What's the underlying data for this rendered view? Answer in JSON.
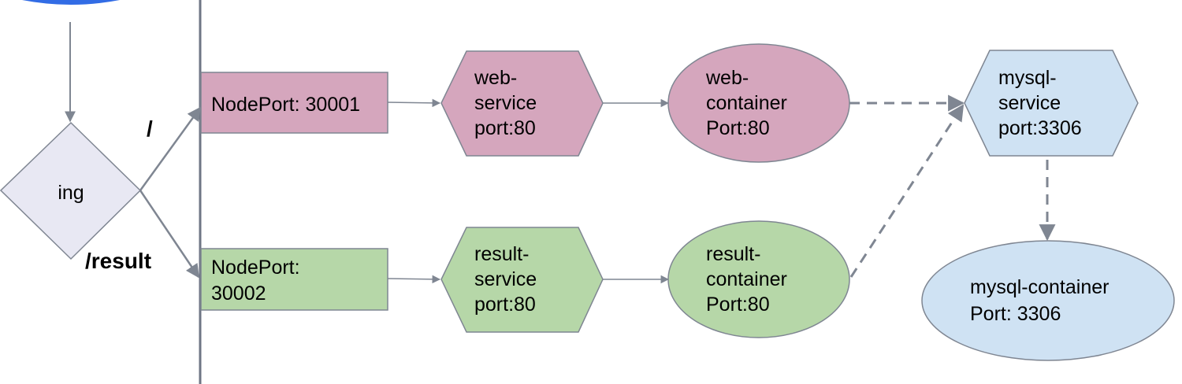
{
  "colors": {
    "web": "#d5a6bd",
    "result": "#b6d7a8",
    "mysql": "#cfe2f3",
    "ingress": "#e8e8f3",
    "stroke": "#7f8692",
    "divider": "#6f7685",
    "logo": "#326ce5"
  },
  "ingress": {
    "label": "ing"
  },
  "routes": {
    "root": "/",
    "result": "/result"
  },
  "web": {
    "nodeport": [
      "NodePort: 30001"
    ],
    "service": [
      "web-",
      "service",
      "port:80"
    ],
    "container": [
      "web-",
      "container",
      "Port:80"
    ]
  },
  "result": {
    "nodeport": [
      "NodePort:",
      "30002"
    ],
    "service": [
      "result-",
      "service",
      "port:80"
    ],
    "container": [
      "result-",
      "container",
      "Port:80"
    ]
  },
  "mysql": {
    "service": [
      "mysql-",
      "service",
      "port:3306"
    ],
    "container": [
      "mysql-container",
      "Port: 3306"
    ]
  }
}
